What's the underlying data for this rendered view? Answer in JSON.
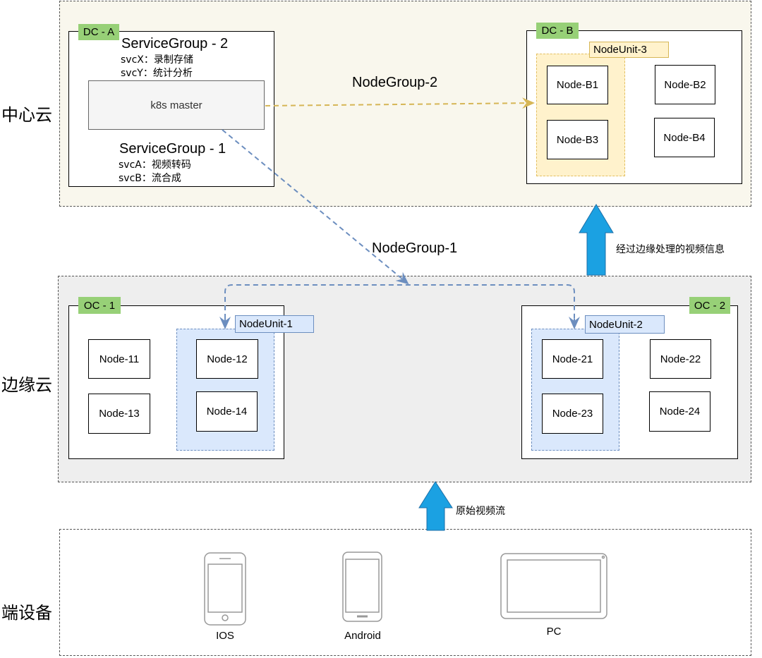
{
  "tiers": {
    "center": {
      "label": "中心云"
    },
    "edge": {
      "label": "边缘云"
    },
    "device": {
      "label": "端设备"
    }
  },
  "dc_a": {
    "tag": "DC - A",
    "service_group_2": {
      "title": "ServiceGroup - 2",
      "svc_x": "svcX：录制存储",
      "svc_y": "svcY：统计分析"
    },
    "master": "k8s master",
    "service_group_1": {
      "title": "ServiceGroup - 1",
      "svc_a": "svcA：视频转码",
      "svc_b": "svcB：流合成"
    }
  },
  "dc_b": {
    "tag": "DC - B",
    "unit_label": "NodeUnit-3",
    "nodes": {
      "b1": "Node-B1",
      "b2": "Node-B2",
      "b3": "Node-B3",
      "b4": "Node-B4"
    }
  },
  "edges": {
    "node_group_2": "NodeGroup-2",
    "node_group_1": "NodeGroup-1",
    "edge_to_center": "经过边缘处理的视频信息",
    "device_to_edge": "原始视频流"
  },
  "oc_1": {
    "tag": "OC - 1",
    "unit_label": "NodeUnit-1",
    "nodes": {
      "n11": "Node-11",
      "n12": "Node-12",
      "n13": "Node-13",
      "n14": "Node-14"
    }
  },
  "oc_2": {
    "tag": "OC - 2",
    "unit_label": "NodeUnit-2",
    "nodes": {
      "n21": "Node-21",
      "n22": "Node-22",
      "n23": "Node-23",
      "n24": "Node-24"
    }
  },
  "devices": {
    "ios": "IOS",
    "android": "Android",
    "pc": "PC"
  },
  "colors": {
    "center_tier_bg": "#f9f7ed",
    "edge_tier_bg": "#eeeeee",
    "tag_green": "#97d077",
    "unit_blue": "#dae8fc",
    "unit_blue_border": "#6c8ebf",
    "unit_yellow": "#fff2cc",
    "unit_yellow_border": "#d6b656",
    "arrow_blue": "#1ba1e2",
    "dash_orange": "#d6b656",
    "dash_blue": "#6c8ebf"
  }
}
